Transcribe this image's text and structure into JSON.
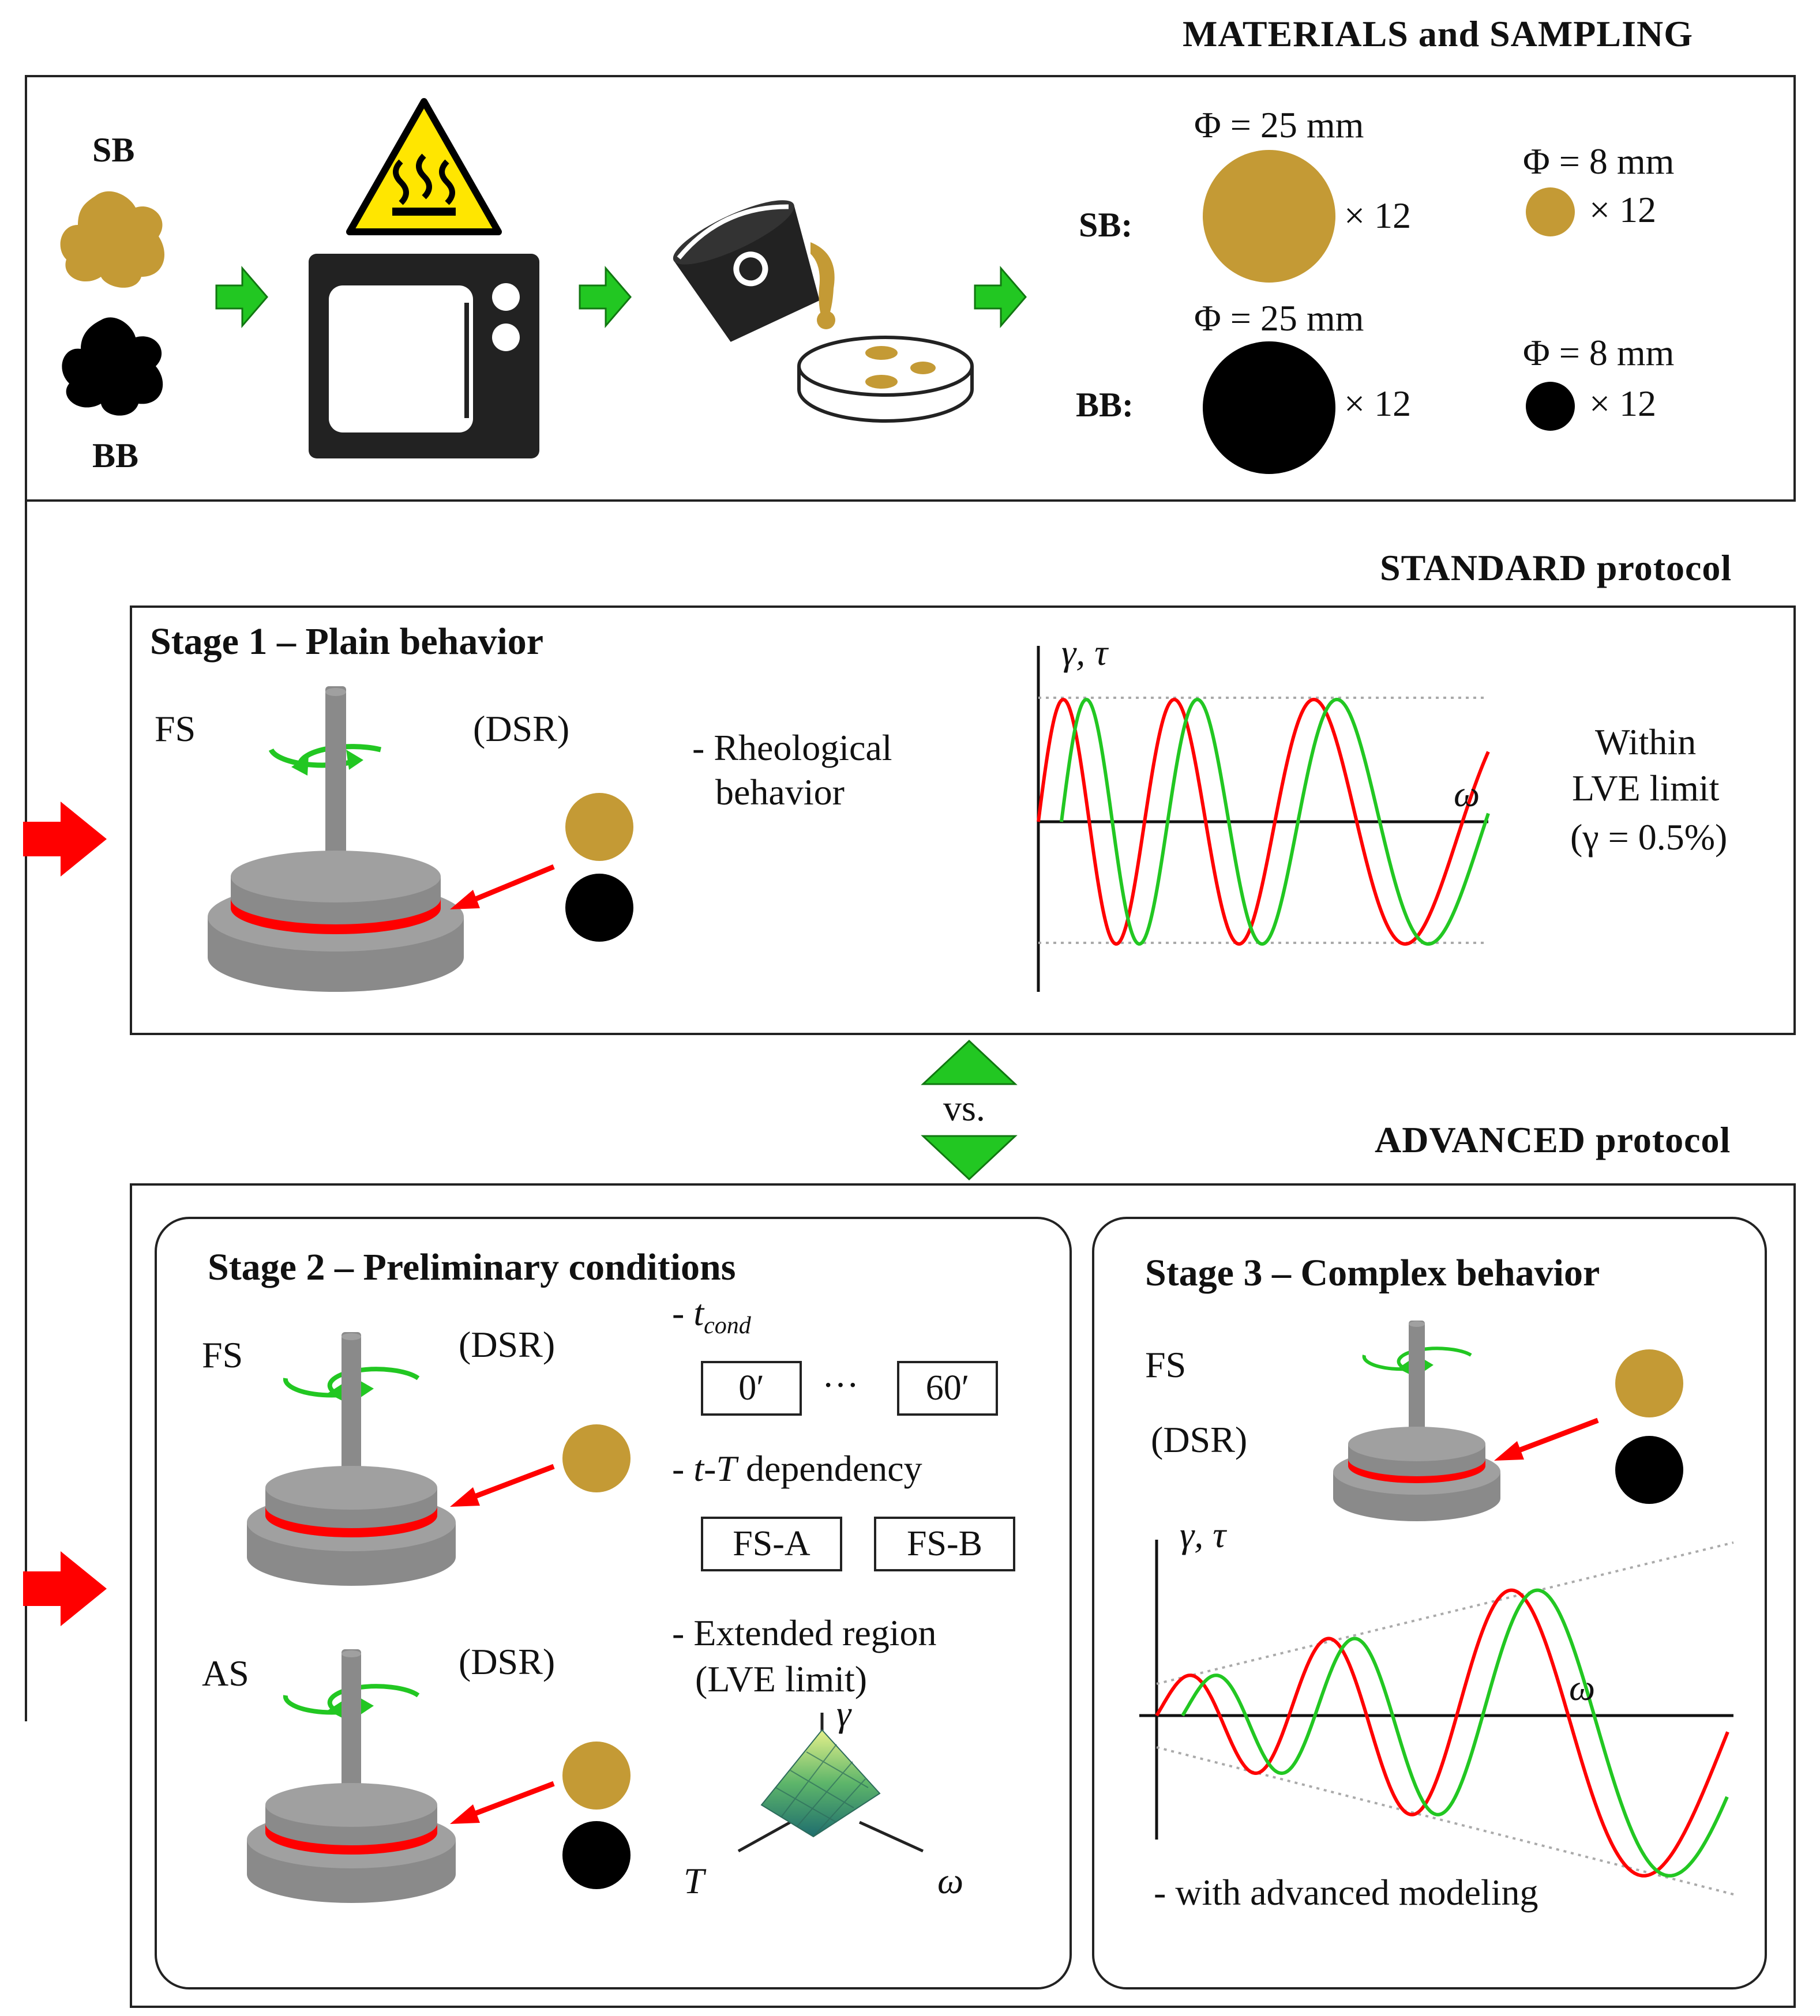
{
  "sections": {
    "materials": "MATERIALS and SAMPLING",
    "standard": "STANDARD protocol",
    "advanced": "ADVANCED protocol"
  },
  "materials": {
    "binders": {
      "sb": "SB",
      "bb": "BB"
    },
    "rows": [
      {
        "label": "SB:",
        "d25": "Φ = 25 mm",
        "count25": "× 12",
        "d8": "Φ = 8 mm",
        "count8": "× 12",
        "color": "#C49A35"
      },
      {
        "label": "BB:",
        "d25": "Φ = 25 mm",
        "count25": "× 12",
        "d8": "Φ = 8 mm",
        "count8": "× 12",
        "color": "#000000"
      }
    ],
    "icons": [
      "hot-surface-warning-icon",
      "oven-icon",
      "pouring-bucket-icon",
      "mold-plate-icon"
    ]
  },
  "stage1": {
    "title": "Stage 1 – Plain behavior",
    "fs": "FS",
    "dsr": "(DSR)",
    "desc_line1": "- Rheological",
    "desc_line2": "behavior",
    "chart": {
      "ylabel": "γ, τ",
      "xlabel": "ω"
    },
    "note_line1": "Within",
    "note_line2": "LVE limit",
    "note_line3": "(γ = 0.5%)"
  },
  "vs": "vs.",
  "stage2": {
    "title": "Stage 2 – Preliminary conditions",
    "fs": "FS",
    "as": "AS",
    "dsr1": "(DSR)",
    "dsr2": "(DSR)",
    "tcond_dash": "-",
    "tcond_t": "t",
    "tcond_sub": "cond",
    "tcond_boxes": [
      "0′",
      "60′"
    ],
    "ellipsis": "···",
    "tT_dash": "-",
    "tT_t": "t",
    "tT_sep": "-",
    "tT_T": "T",
    "tT_rest": "dependency",
    "tT_boxes": [
      "FS-A",
      "FS-B"
    ],
    "ext_line1": "- Extended region",
    "ext_line2": "(LVE limit)",
    "surface": {
      "z": "γ",
      "left": "T",
      "right": "ω"
    }
  },
  "stage3": {
    "title": "Stage 3 – Complex behavior",
    "fs": "FS",
    "dsr": "(DSR)",
    "chart": {
      "ylabel": "γ, τ",
      "xlabel": "ω"
    },
    "note": "- with advanced modeling"
  },
  "colors": {
    "gold": "#C49A35",
    "red": "#FF0000",
    "green": "#22C722",
    "gray": "#808080",
    "warn": "#FFE600"
  }
}
